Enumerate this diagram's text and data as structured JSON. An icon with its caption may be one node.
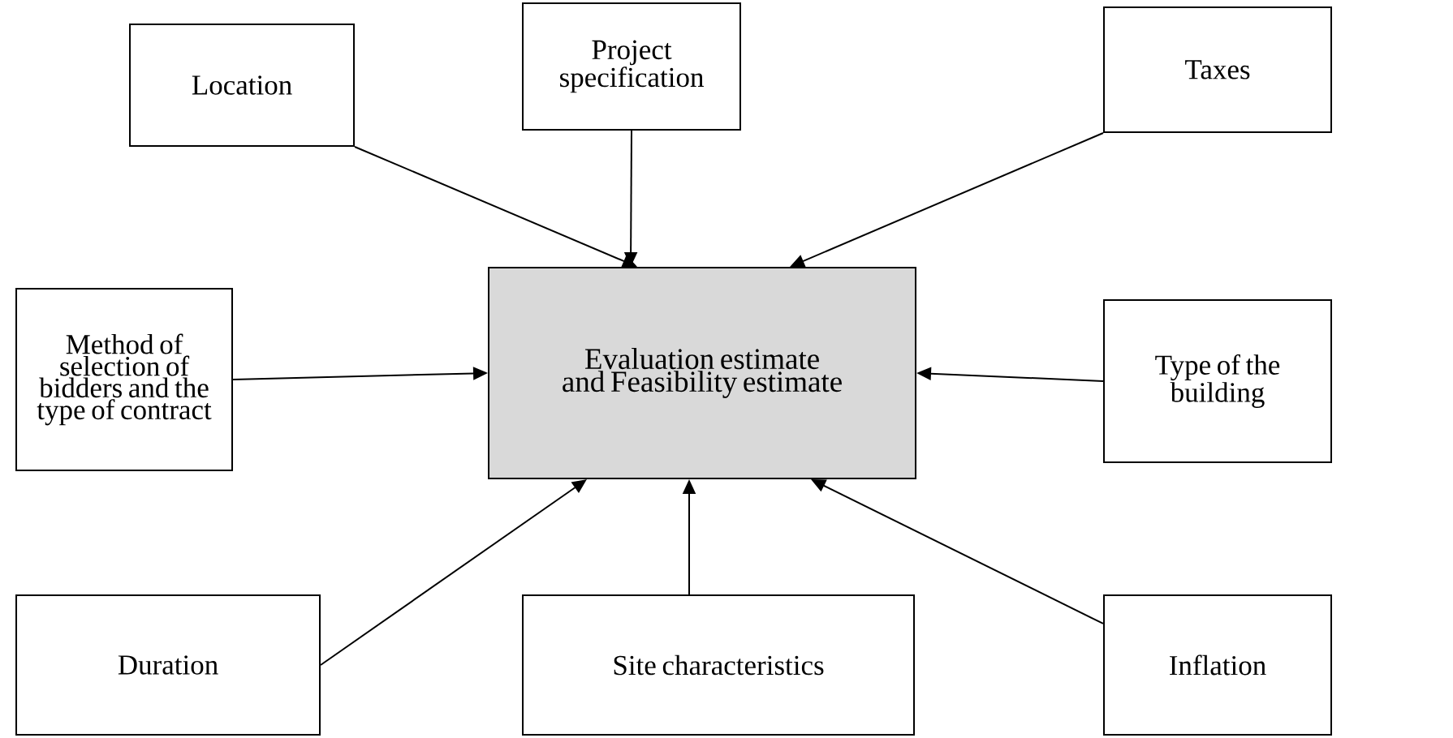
{
  "diagram": {
    "nodes": [
      {
        "text": [
          "Location"
        ]
      },
      {
        "text": [
          "Project specification"
        ]
      },
      {
        "text": [
          "Taxes"
        ]
      },
      {
        "text": [
          "Method of selection of bidders and the type of contract"
        ]
      },
      {
        "text": [
          "Evaluation estimate and Feasibility estimate"
        ]
      },
      {
        "text": [
          "Type of the building"
        ]
      },
      {
        "text": [
          "Duration"
        ]
      },
      {
        "text": [
          "Site characteristics"
        ]
      },
      {
        "text": [
          "Inflation"
        ]
      }
    ],
    "edges": [
      {
        "from": 0,
        "to": 4,
        "arrow": "to"
      },
      {
        "from": 1,
        "to": 4,
        "arrow": "to"
      },
      {
        "from": 2,
        "to": 4,
        "arrow": "to"
      },
      {
        "from": 3,
        "to": 4,
        "arrow": "to"
      },
      {
        "from": 5,
        "to": 4,
        "arrow": "to"
      },
      {
        "from": 6,
        "to": 4,
        "arrow": "to"
      },
      {
        "from": 7,
        "to": 4,
        "arrow": "to"
      },
      {
        "from": 8,
        "to": 4,
        "arrow": "to"
      }
    ]
  }
}
